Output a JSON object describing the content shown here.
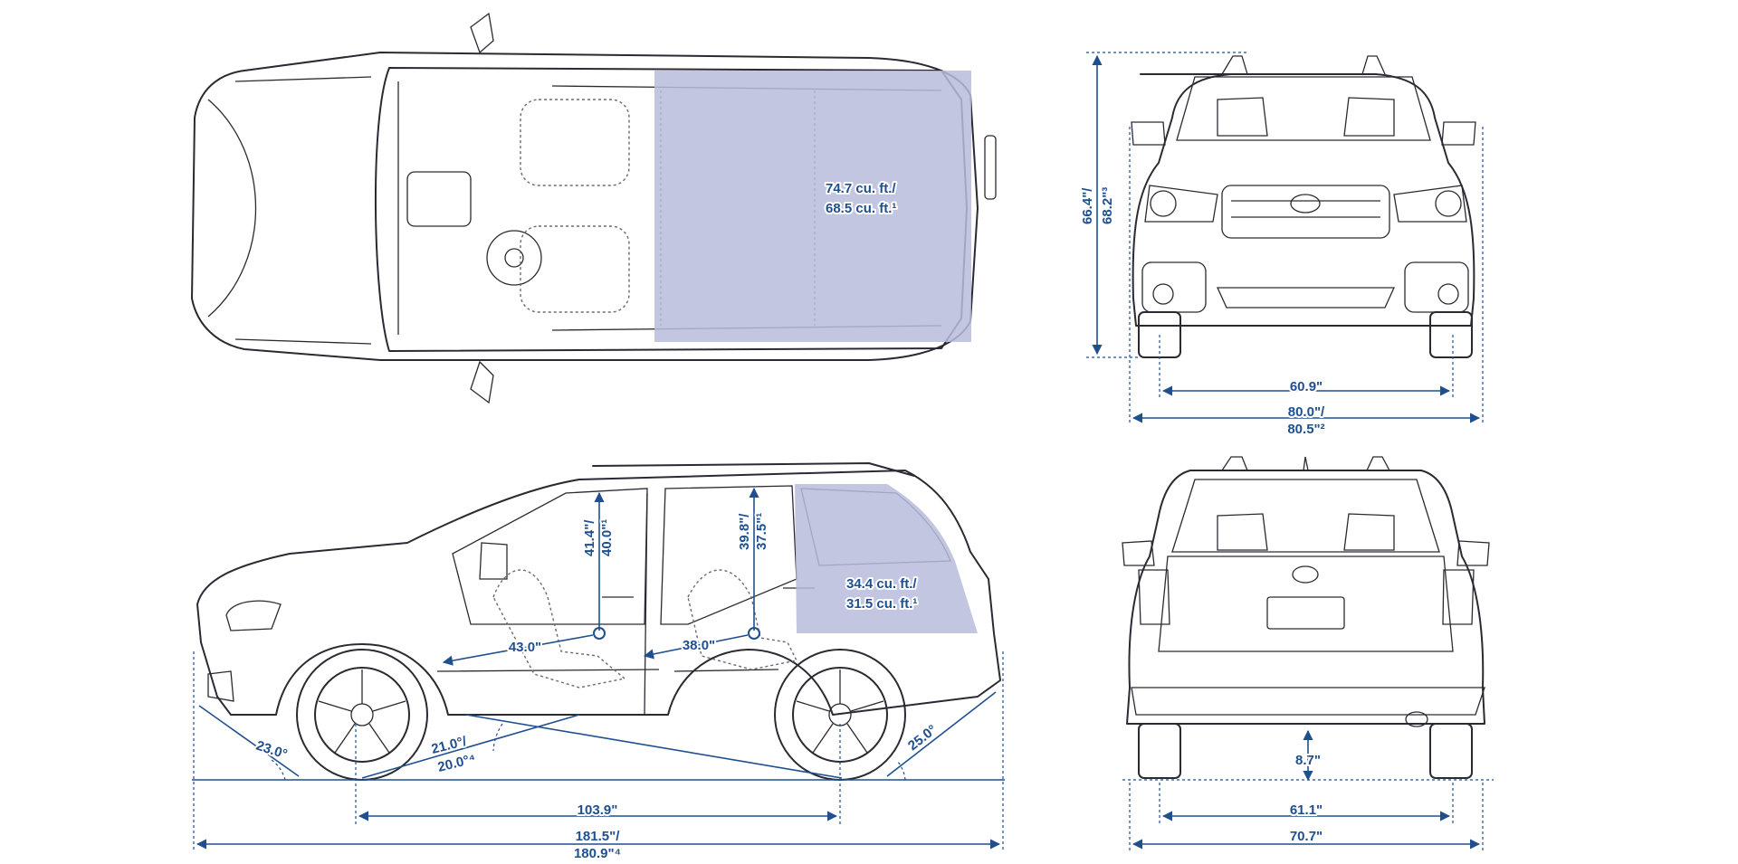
{
  "colors": {
    "dimension": "#1f4f8f",
    "cargo_fill": "#b9bcdc",
    "line": "#2a2a33"
  },
  "top_view": {
    "cargo_volume_line1": "74.7 cu. ft./",
    "cargo_volume_line2": "68.5 cu. ft.¹"
  },
  "front_view": {
    "height_line1": "66.4\"/",
    "height_line2": "68.2\"³",
    "track": "60.9\"",
    "width_line1": "80.0\"/",
    "width_line2": "80.5\"²"
  },
  "side_view": {
    "front_headroom_line1": "41.4\"/",
    "front_headroom_line2": "40.0\"¹",
    "rear_headroom_line1": "39.8\"/",
    "rear_headroom_line2": "37.5\"¹",
    "front_legroom": "43.0\"",
    "rear_legroom": "38.0\"",
    "cargo_volume_line1": "34.4 cu. ft./",
    "cargo_volume_line2": "31.5 cu. ft.¹",
    "approach_angle": "23.0°",
    "breakover_line1": "21.0°/",
    "breakover_line2": "20.0°⁴",
    "departure_angle": "25.0°",
    "wheelbase": "103.9\"",
    "length_line1": "181.5\"/",
    "length_line2": "180.9\"⁴"
  },
  "rear_view": {
    "ground_clearance": "8.7\"",
    "track": "61.1\"",
    "width": "70.7\""
  }
}
